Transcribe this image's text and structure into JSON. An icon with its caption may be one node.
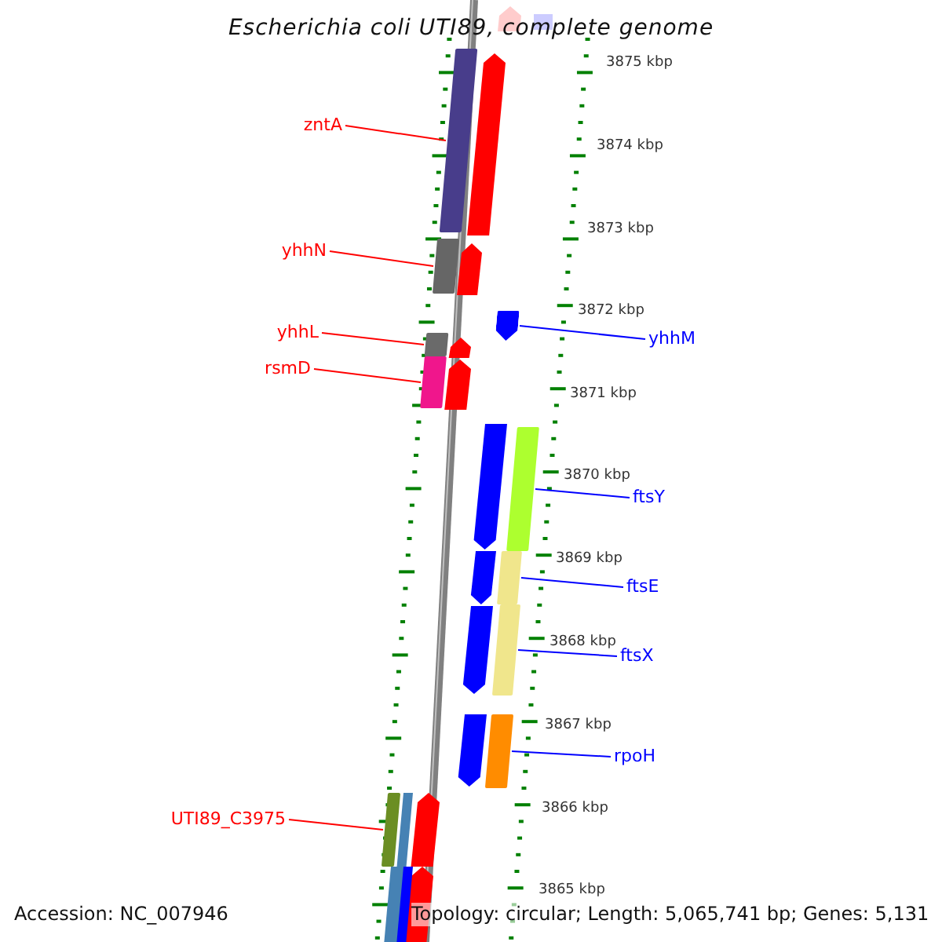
{
  "diagram": {
    "title": "Escherichia coli UTI89, complete genome",
    "nodes": [
      {
        "text": [
          "zntA"
        ]
      },
      {
        "text": [],
        "shape": "bar"
      },
      {
        "text": [
          "yhhN"
        ]
      },
      {
        "text": [],
        "shape": "bar"
      },
      {
        "text": [
          "yhhM"
        ]
      },
      {
        "text": [],
        "shape": "bar"
      },
      {
        "text": [
          "yhhL"
        ]
      },
      {
        "text": [],
        "shape": "bar"
      },
      {
        "text": [
          "rsmD"
        ]
      },
      {
        "text": [],
        "shape": "bar"
      },
      {
        "text": [
          "ftsY"
        ]
      },
      {
        "text": [],
        "shape": "bar"
      },
      {
        "text": [
          "ftsE"
        ]
      },
      {
        "text": [],
        "shape": "bar"
      },
      {
        "text": [
          "ftsX"
        ]
      },
      {
        "text": [],
        "shape": "bar"
      },
      {
        "text": [
          "rpoH"
        ]
      },
      {
        "text": [],
        "shape": "bar"
      },
      {
        "text": [
          "UTI89_C3975"
        ]
      },
      {
        "text": [],
        "shape": "bar"
      }
    ],
    "edges": [
      {
        "from": 0,
        "to": 1,
        "arrow": "none",
        "color": "#ff0000"
      },
      {
        "from": 2,
        "to": 3,
        "arrow": "none",
        "color": "#ff0000"
      },
      {
        "from": 4,
        "to": 5,
        "arrow": "none",
        "color": "#0000ff"
      },
      {
        "from": 6,
        "to": 7,
        "arrow": "none",
        "color": "#ff0000"
      },
      {
        "from": 8,
        "to": 9,
        "arrow": "none",
        "color": "#ff0000"
      },
      {
        "from": 10,
        "to": 11,
        "arrow": "none",
        "color": "#0000ff"
      },
      {
        "from": 12,
        "to": 13,
        "arrow": "none",
        "color": "#0000ff"
      },
      {
        "from": 14,
        "to": 15,
        "arrow": "none",
        "color": "#0000ff"
      },
      {
        "from": 16,
        "to": 17,
        "arrow": "none",
        "color": "#0000ff"
      },
      {
        "from": 18,
        "to": 19,
        "arrow": "none",
        "color": "#ff0000"
      }
    ],
    "labels": [
      "3875 kbp",
      "3874 kbp",
      "3873 kbp",
      "3872 kbp",
      "3871 kbp",
      "3870 kbp",
      "3869 kbp",
      "3868 kbp",
      "3867 kbp",
      "3866 kbp",
      "3865 kbp",
      "Accession: NC_007946",
      "Topology: circular; Length: 5,065,741 bp; Genes: 5,131"
    ]
  }
}
